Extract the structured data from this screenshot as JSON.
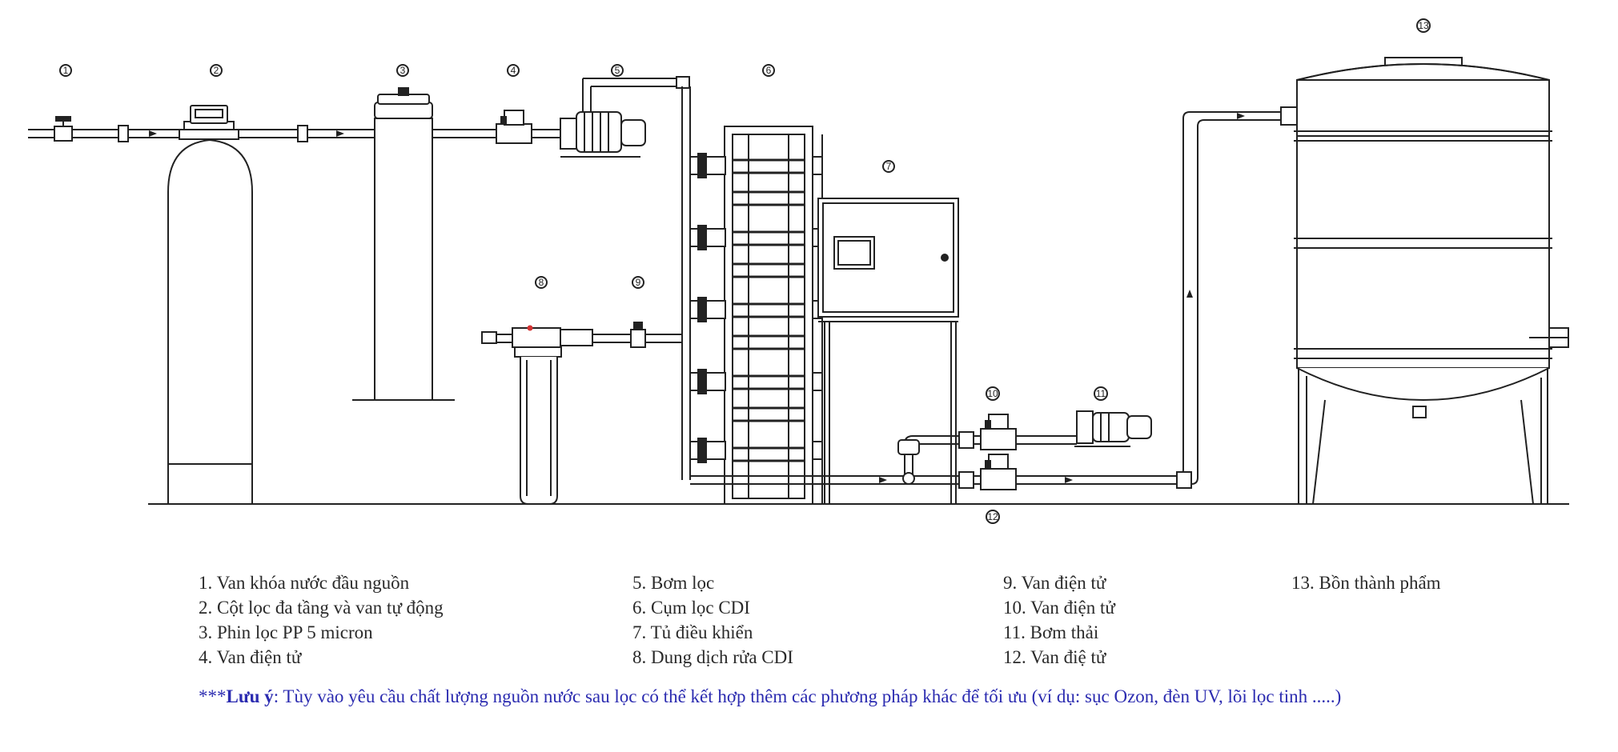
{
  "markers": [
    "1",
    "2",
    "3",
    "4",
    "5",
    "6",
    "7",
    "8",
    "9",
    "10",
    "11",
    "12",
    "13"
  ],
  "legend": {
    "col1": [
      "1. Van khóa nước đầu nguồn",
      "2. Cột lọc đa tầng và van tự động",
      "3. Phin lọc PP 5 micron",
      "4. Van điện tử"
    ],
    "col2": [
      "5. Bơm lọc",
      "6. Cụm lọc CDI",
      "7. Tủ điều khiển",
      "8. Dung dịch rửa CDI"
    ],
    "col3": [
      "9. Van điện tử",
      "10. Van điện tử",
      "11. Bơm thải",
      "12. Van điệ tử"
    ],
    "col4": [
      "13. Bồn thành phẩm"
    ]
  },
  "note": {
    "prefix": "***",
    "label": "Lưu ý",
    "text": ": Tùy vào yêu cầu chất lượng nguồn nước sau lọc có thể kết hợp thêm các phương pháp khác để tối ưu (ví dụ: sục Ozon, đèn UV, lõi lọc tinh .....)"
  },
  "colors": {
    "line": "#222222",
    "note": "#2b2bb0",
    "accent": "#d33333"
  }
}
